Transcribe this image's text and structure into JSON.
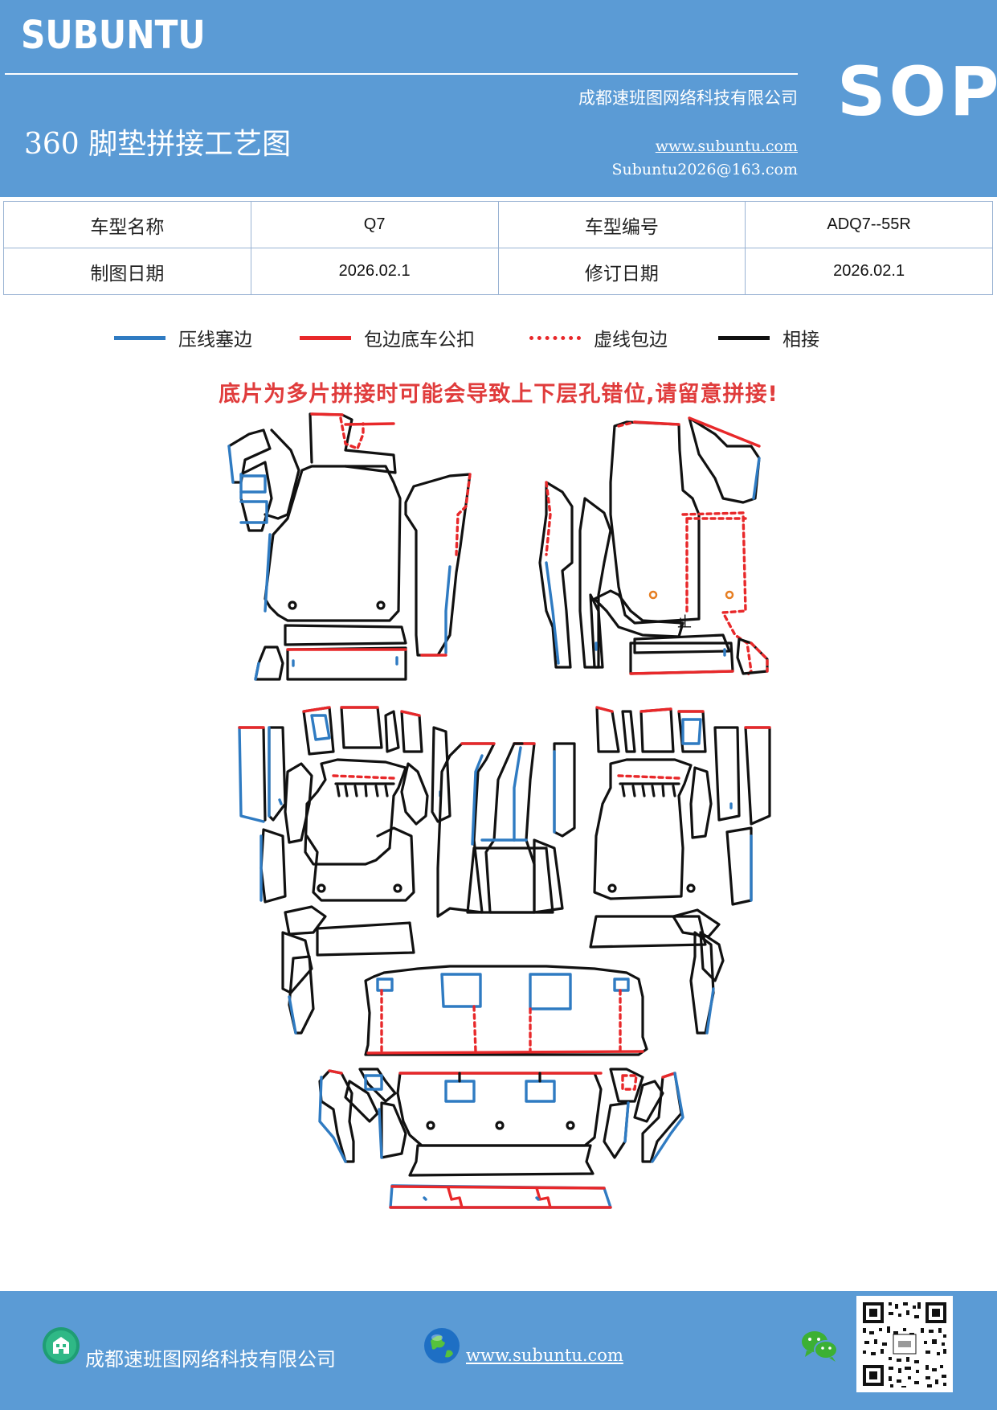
{
  "header": {
    "brand": "SUBUNTU",
    "title": "360 脚垫拼接工艺图",
    "company": "成都速班图网络科技有限公司",
    "website": "www.subuntu.com",
    "email": "Subuntu2026@163.com",
    "badge": "SOP"
  },
  "info": {
    "row1": {
      "label1": "车型名称",
      "value1": "Q7",
      "label2": "车型编号",
      "value2": "ADQ7--55R"
    },
    "row2": {
      "label1": "制图日期",
      "value1": "2026.02.1",
      "label2": "修订日期",
      "value2": "2026.02.1"
    }
  },
  "legend": [
    {
      "label": "压线塞边",
      "color": "#2f7bc2",
      "style": "solid"
    },
    {
      "label": "包边底车公扣",
      "color": "#e8282a",
      "style": "solid"
    },
    {
      "label": "虚线包边",
      "color": "#e8282a",
      "style": "dotted"
    },
    {
      "label": "相接",
      "color": "#111111",
      "style": "solid"
    }
  ],
  "warning": "底片为多片拼接时可能会导致上下层孔错位,请留意拼接!",
  "diagram_symbol": "止",
  "footer": {
    "company": "成都速班图网络科技有限公司",
    "website": "www.subuntu.com",
    "icons": [
      "company-icon",
      "globe-icon",
      "wechat-icon",
      "qr-code"
    ]
  },
  "colors": {
    "header_bg": "#5b9bd5",
    "blue_line": "#2f7bc2",
    "red_line": "#e8282a",
    "black_line": "#111111"
  }
}
